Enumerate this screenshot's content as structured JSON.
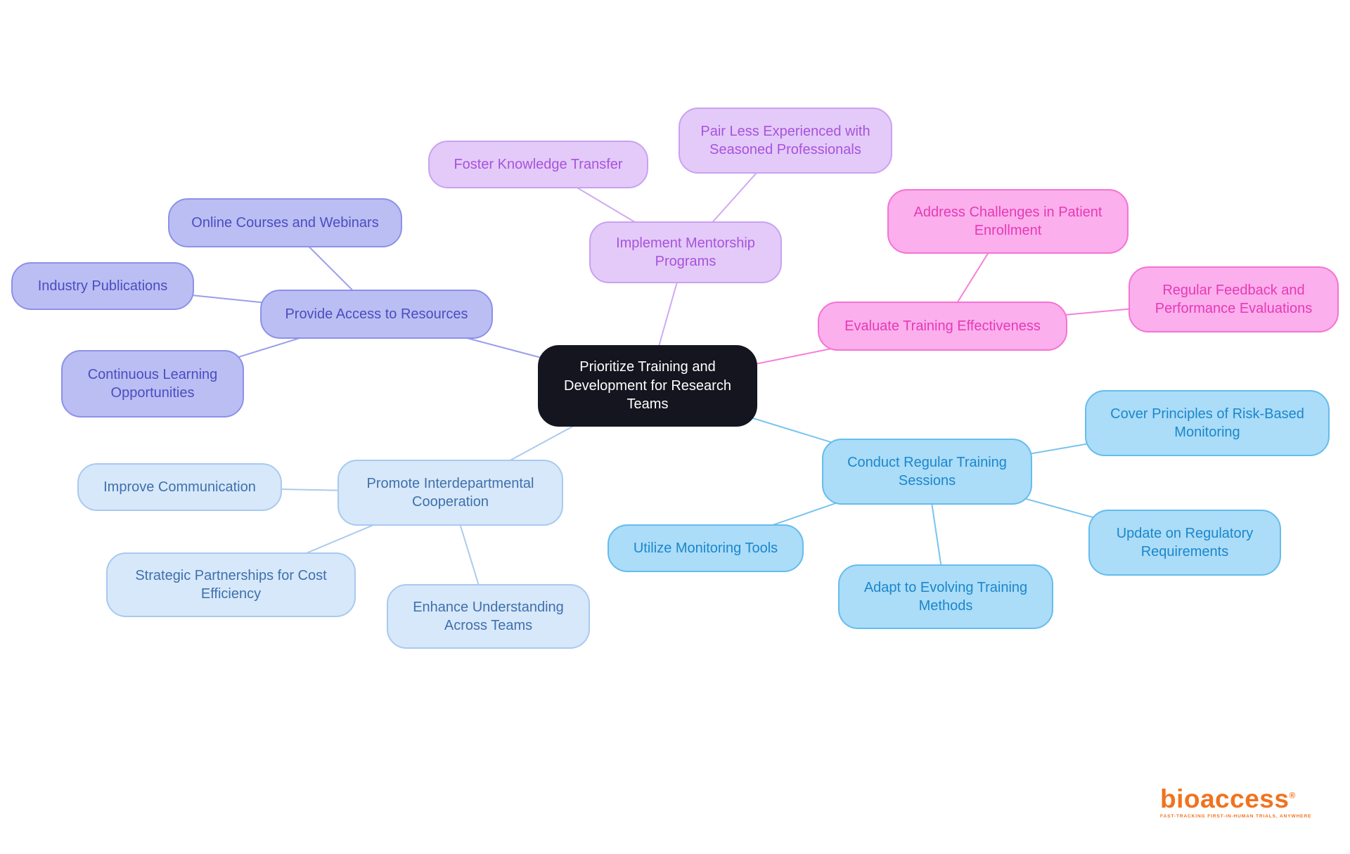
{
  "central": {
    "id": "central",
    "label": "Prioritize Training and Development for Research Teams",
    "theme": "dark"
  },
  "branches": [
    {
      "id": "provide",
      "theme": "purple",
      "label": "Provide Access to Resources",
      "children": [
        {
          "id": "online",
          "label": "Online Courses and Webinars"
        },
        {
          "id": "industry",
          "label": "Industry Publications"
        },
        {
          "id": "continuous",
          "label": "Continuous Learning Opportunities"
        }
      ]
    },
    {
      "id": "mentorship",
      "theme": "violet",
      "label": "Implement Mentorship Programs",
      "children": [
        {
          "id": "foster",
          "label": "Foster Knowledge Transfer"
        },
        {
          "id": "pair",
          "label": "Pair Less Experienced with Seasoned Professionals"
        }
      ]
    },
    {
      "id": "evaluate",
      "theme": "pink",
      "label": "Evaluate Training Effectiveness",
      "children": [
        {
          "id": "address",
          "label": "Address Challenges in Patient Enrollment"
        },
        {
          "id": "regfb",
          "label": "Regular Feedback and Performance Evaluations"
        }
      ]
    },
    {
      "id": "conduct",
      "theme": "blue",
      "label": "Conduct Regular Training Sessions",
      "children": [
        {
          "id": "cover",
          "label": "Cover Principles of Risk-Based Monitoring"
        },
        {
          "id": "update",
          "label": "Update on Regulatory Requirements"
        },
        {
          "id": "adapt",
          "label": "Adapt to Evolving Training Methods"
        },
        {
          "id": "utilize",
          "label": "Utilize Monitoring Tools"
        }
      ]
    },
    {
      "id": "promote",
      "theme": "paleblue",
      "label": "Promote Interdepartmental Cooperation",
      "children": [
        {
          "id": "improve",
          "label": "Improve Communication"
        },
        {
          "id": "strategic",
          "label": "Strategic Partnerships for Cost Efficiency"
        },
        {
          "id": "enhance",
          "label": "Enhance Understanding Across Teams"
        }
      ]
    }
  ],
  "colors": {
    "dark": {
      "fill": "#14151f",
      "border": "#14151f",
      "text": "#ffffff",
      "edge": "#9a9eeb"
    },
    "purple": {
      "fill": "#babef3",
      "border": "#8d91e8",
      "text": "#4c4cc0",
      "edge": "#9a9eeb"
    },
    "violet": {
      "fill": "#e4caf8",
      "border": "#c9a2f0",
      "text": "#a753dd",
      "edge": "#d0aaf2"
    },
    "pink": {
      "fill": "#fbafec",
      "border": "#f573d3",
      "text": "#e53ab6",
      "edge": "#f77fd9"
    },
    "blue": {
      "fill": "#abdcf8",
      "border": "#66bcec",
      "text": "#1b87cb",
      "edge": "#79c3ee"
    },
    "paleblue": {
      "fill": "#d7e8fa",
      "border": "#a8caee",
      "text": "#3f70ab",
      "edge": "#abcbee"
    }
  },
  "logo": {
    "text": "bioaccess",
    "registered": "®",
    "tagline": "FAST-TRACKING FIRST-IN-HUMAN TRIALS, ANYWHERE",
    "color": "#f0731e"
  }
}
